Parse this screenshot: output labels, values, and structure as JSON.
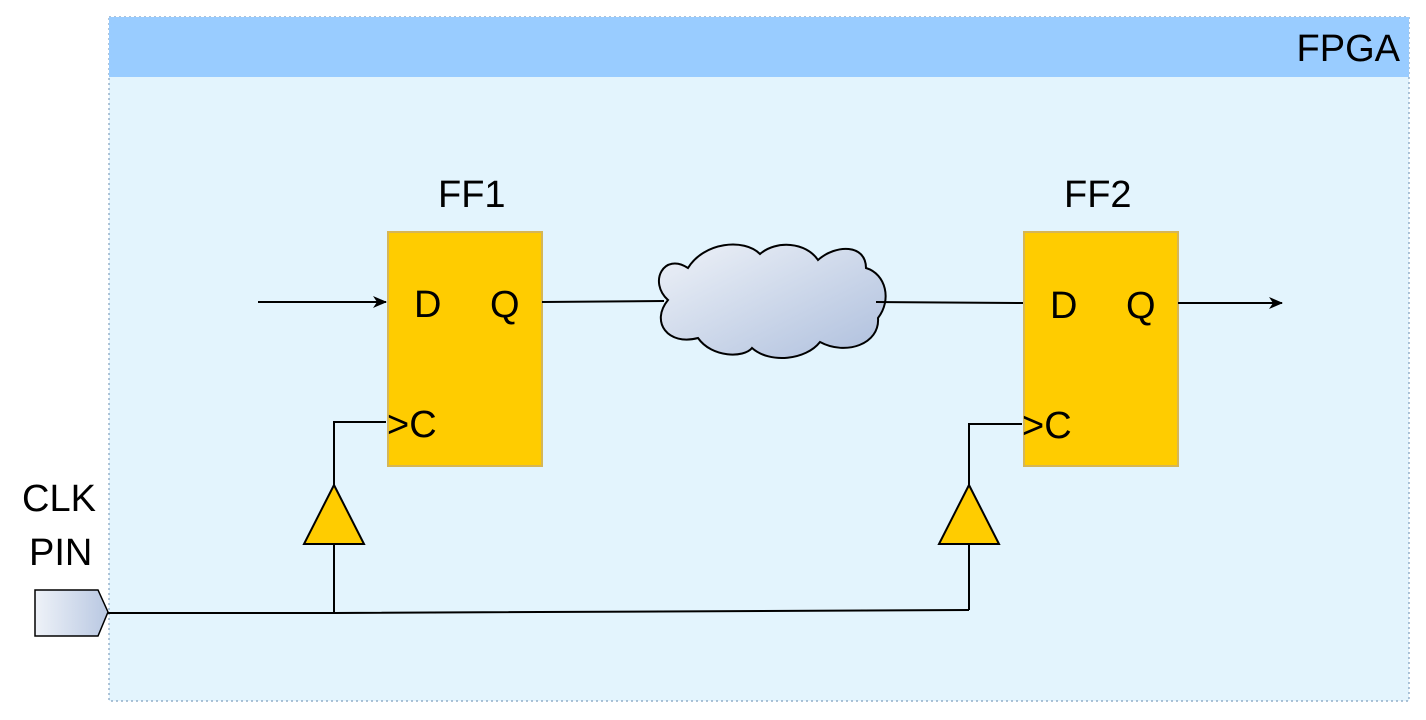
{
  "container": {
    "label": "FPGA"
  },
  "ff1": {
    "name": "FF1",
    "d": "D",
    "q": "Q",
    "clk": ">C"
  },
  "ff2": {
    "name": "FF2",
    "d": "D",
    "q": "Q",
    "clk": ">C"
  },
  "clock_pin": {
    "line1": "CLK",
    "line2": "PIN"
  },
  "colors": {
    "container_header": "#99ccff",
    "container_body": "#e3f4fd",
    "flipflop_fill": "#ffcc00",
    "flipflop_stroke": "#d6b656",
    "buffer_fill": "#ffcc00",
    "cloud_fill_start": "#e8edf6",
    "cloud_fill_end": "#b9c8e2",
    "wire": "#000000"
  },
  "icons": {
    "clock_buffer": "triangle-buffer-icon",
    "logic": "cloud-icon",
    "pin": "input-pin-icon"
  }
}
